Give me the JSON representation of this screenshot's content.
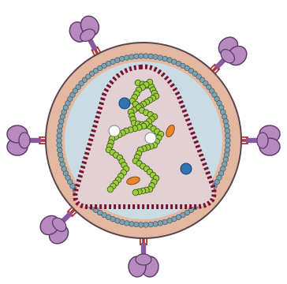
{
  "diagram": {
    "subject": "virus-particle-cross-section",
    "colors": {
      "envelope": "#e4b7a0",
      "envelope_outline": "#5a4650",
      "matrix_beads": "#7fa1b0",
      "matrix_bead_outline": "#3d5b66",
      "interior": "#c9dce3",
      "capsid_fill": "#e3d0d4",
      "capsid_outline": "#7a1330",
      "rna_bead": "#9ccc3f",
      "rna_bead_outline": "#3f5e12",
      "spike_head": "#b78bc0",
      "spike_head_outline": "#5f3c68",
      "spike_stem": "#8a5aa0",
      "spike_anchor": "#b63535",
      "protein_blue": "#2e74b5",
      "protein_white": "#ffffff",
      "protein_orange": "#e9852e"
    },
    "components": {
      "spike_count": 6,
      "rna_strand_count": 2,
      "enzyme_counts": {
        "blue": 2,
        "white": 2,
        "orange": 2
      }
    }
  }
}
